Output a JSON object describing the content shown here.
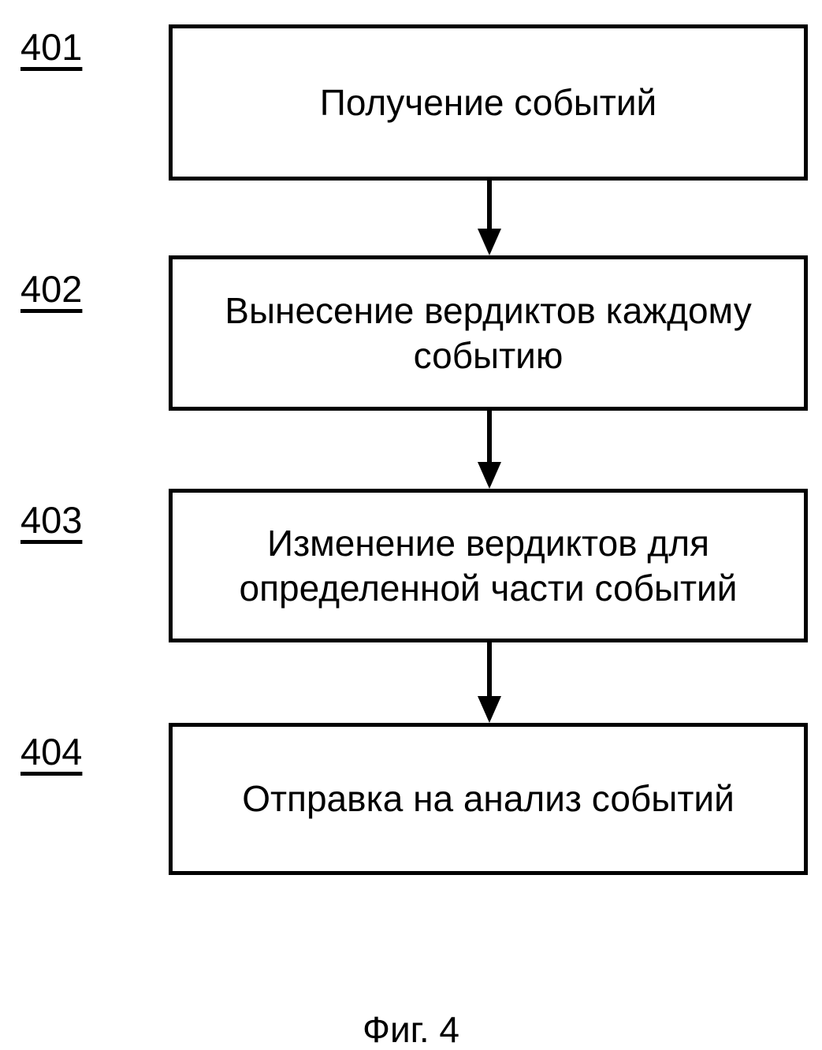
{
  "figure": {
    "caption": "Фиг. 4",
    "colors": {
      "stroke": "#000000",
      "background": "#ffffff",
      "text": "#000000"
    },
    "steps": [
      {
        "ref": "401",
        "text": "Получение событий"
      },
      {
        "ref": "402",
        "text": "Вынесение вердиктов каждому\nсобытию"
      },
      {
        "ref": "403",
        "text": "Изменение вердиктов для\nопределенной части событий"
      },
      {
        "ref": "404",
        "text": "Отправка на анализ событий"
      }
    ],
    "connectors": [
      {
        "from": "401",
        "to": "402"
      },
      {
        "from": "402",
        "to": "403"
      },
      {
        "from": "403",
        "to": "404"
      }
    ]
  }
}
